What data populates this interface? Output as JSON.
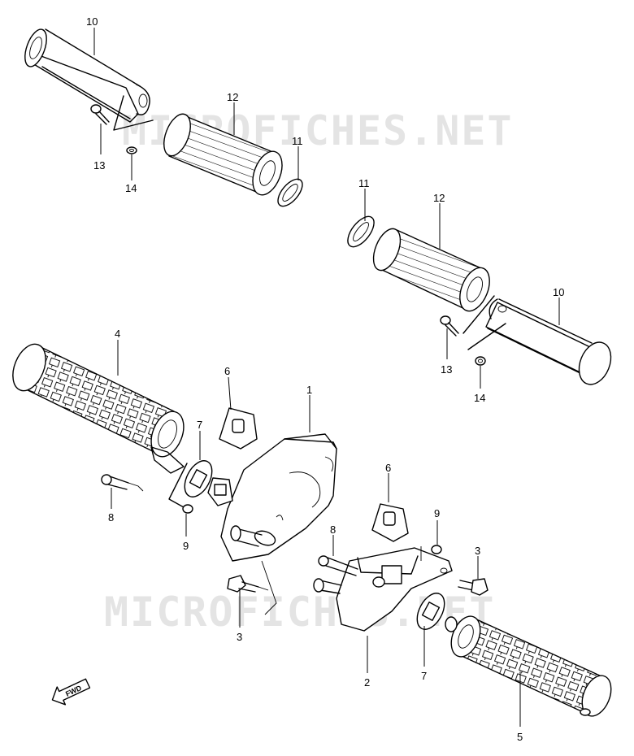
{
  "watermark": {
    "text": "MICROFICHES.NET"
  },
  "fwd_arrow": {
    "label": "FWD"
  },
  "callouts": {
    "c10a": "10",
    "c12a": "12",
    "c11a": "11",
    "c13a": "13",
    "c14a": "14",
    "c11b": "11",
    "c12b": "12",
    "c10b": "10",
    "c13b": "13",
    "c14b": "14",
    "c4": "4",
    "c6a": "6",
    "c1": "1",
    "c7a": "7",
    "c8a": "8",
    "c9a": "9",
    "c3a": "3",
    "c6b": "6",
    "c9b": "9",
    "c8b": "8",
    "c3b": "3",
    "c2": "2",
    "c7b": "7",
    "c5": "5"
  }
}
